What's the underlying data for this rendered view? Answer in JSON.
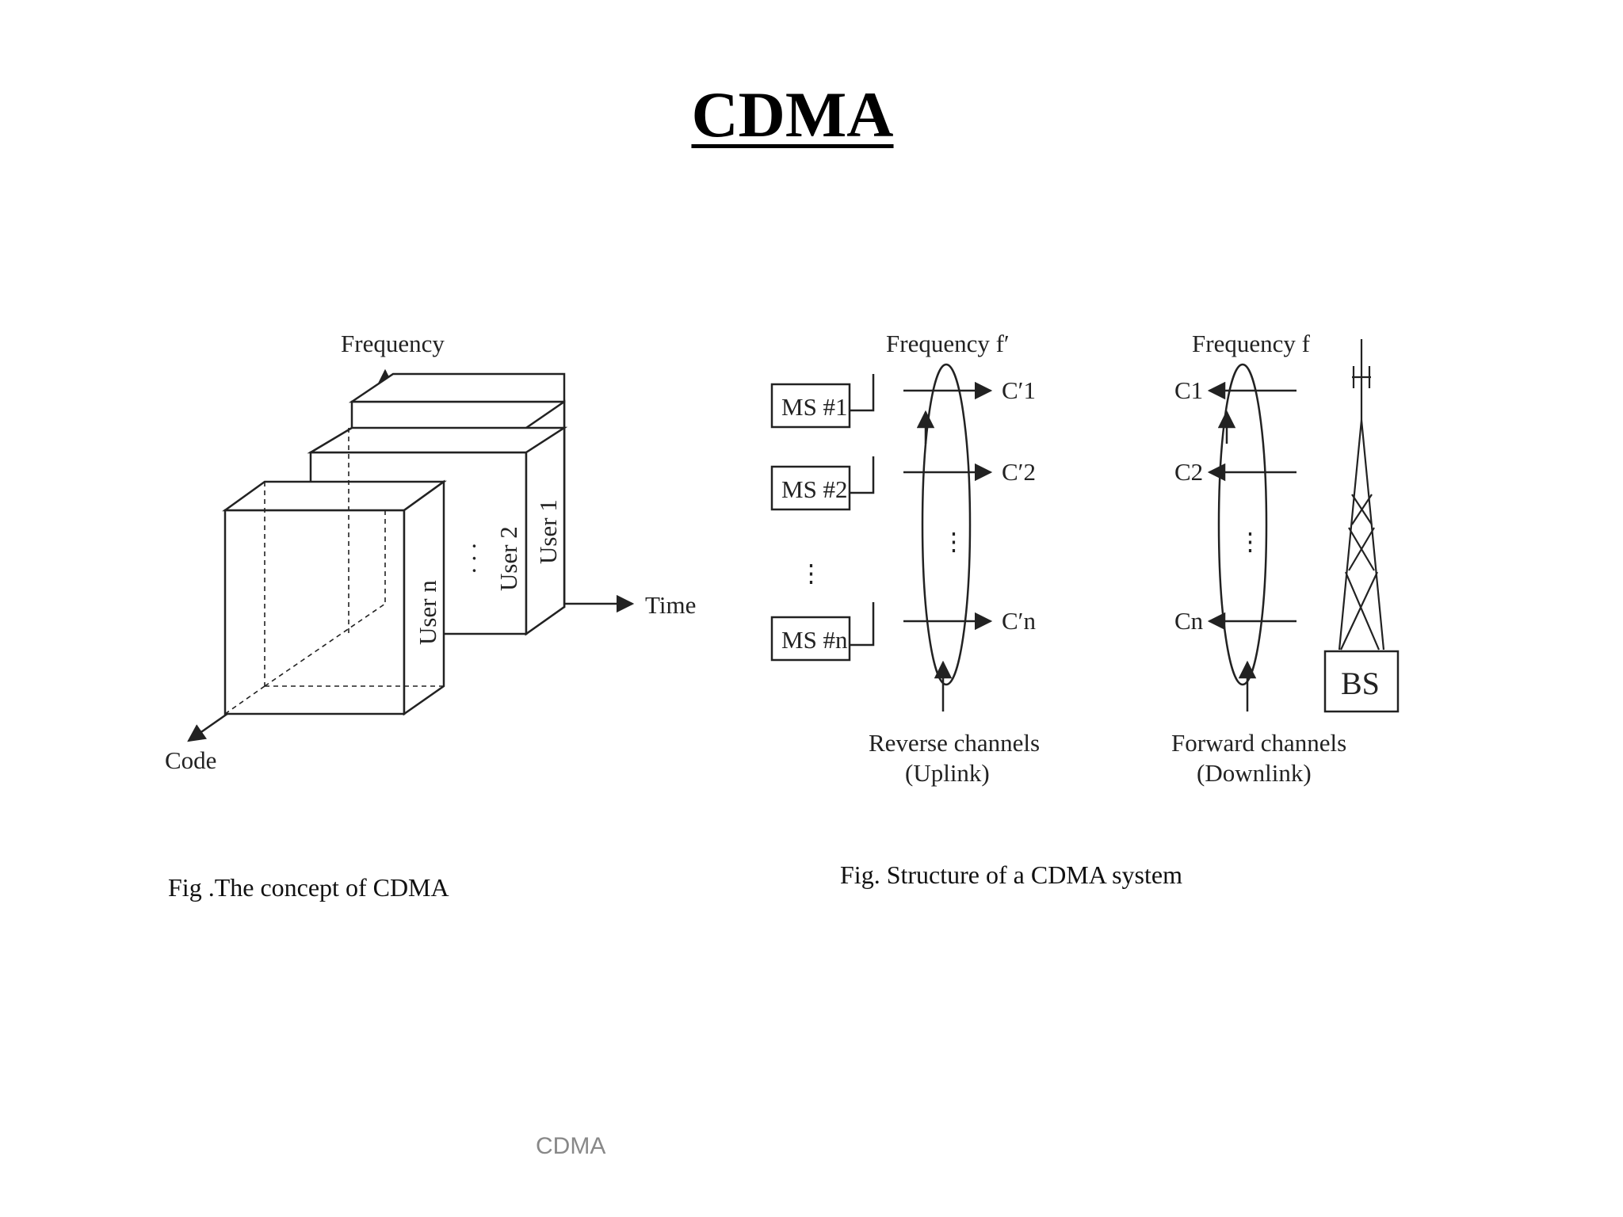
{
  "slide": {
    "title": "CDMA",
    "footer": "CDMA"
  },
  "figure_concept": {
    "axis_frequency": "Frequency",
    "axis_time": "Time",
    "axis_code": "Code",
    "users": [
      "User 1",
      "User 2",
      "User n"
    ],
    "ellipsis": ". . .",
    "caption": "Fig .The concept of CDMA"
  },
  "figure_structure": {
    "mobile_stations": [
      "MS #1",
      "MS #2",
      "MS #n"
    ],
    "ms_ellipsis": "⋮",
    "uplink": {
      "frequency_label": "Frequency f′",
      "channels": [
        "C′1",
        "C′2",
        "C′n"
      ],
      "label_line1": "Reverse channels",
      "label_line2": "(Uplink)"
    },
    "downlink": {
      "frequency_label": "Frequency f",
      "channels": [
        "C1",
        "C2",
        "Cn"
      ],
      "label_line1": "Forward channels",
      "label_line2": "(Downlink)"
    },
    "base_station": "BS",
    "caption": "Fig. Structure of a CDMA system"
  }
}
